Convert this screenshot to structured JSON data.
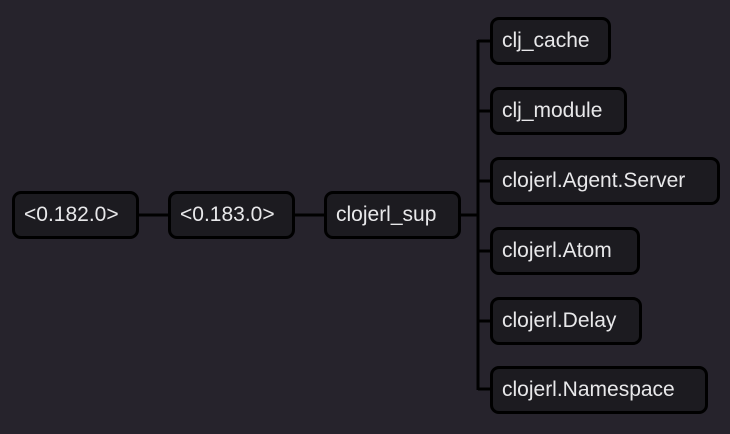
{
  "tree": {
    "root": {
      "id": "pid-182",
      "label": "<0.182.0>",
      "child": {
        "id": "pid-183",
        "label": "<0.183.0>",
        "child": {
          "id": "clojerl-sup",
          "label": "clojerl_sup",
          "children": [
            {
              "id": "clj-cache",
              "label": "clj_cache"
            },
            {
              "id": "clj-module",
              "label": "clj_module"
            },
            {
              "id": "clojerl-agent-server",
              "label": "clojerl.Agent.Server"
            },
            {
              "id": "clojerl-atom",
              "label": "clojerl.Atom"
            },
            {
              "id": "clojerl-delay",
              "label": "clojerl.Delay"
            },
            {
              "id": "clojerl-namespace",
              "label": "clojerl.Namespace"
            }
          ]
        }
      }
    }
  },
  "colors": {
    "background": "#26232c",
    "node_fill": "#1c1b20",
    "node_border": "#000000",
    "text": "#e8e8ea",
    "edge": "#000000"
  }
}
